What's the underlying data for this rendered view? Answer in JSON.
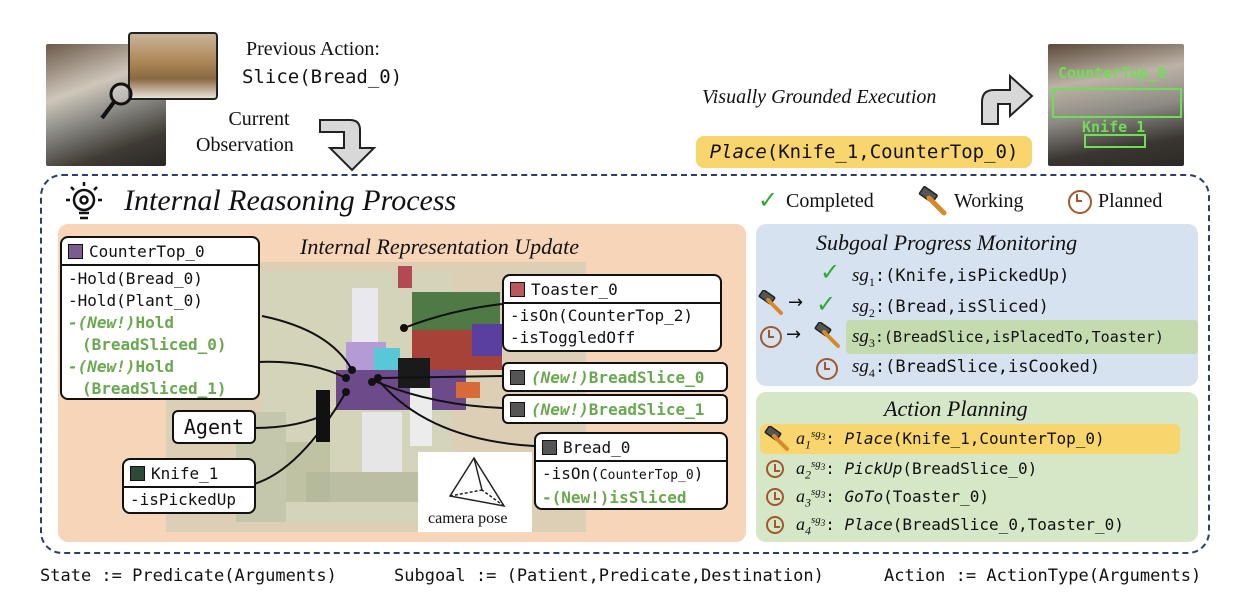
{
  "top": {
    "previous_action_label": "Previous Action:",
    "previous_action_value": "Slice(Bread_0)",
    "current_observation_line1": "Current",
    "current_observation_line2": "Observation",
    "visually_grounded_label": "Visually Grounded Execution",
    "execution_action_type": "Place",
    "execution_action_args": "(Knife_1,CounterTop_0)",
    "detection_labels": [
      "CounterTop_0",
      "Knife_1"
    ]
  },
  "reasoning": {
    "title": "Internal Reasoning Process",
    "legend": {
      "completed": "Completed",
      "working": "Working",
      "planned": "Planned"
    },
    "rep_title": "Internal Representation Update",
    "camera_pose_label": "camera pose",
    "agent_label": "Agent",
    "nodes": {
      "countertop": {
        "name": "CounterTop_0",
        "color": "#7a5c8f",
        "lines": [
          "-Hold(Bread_0)",
          "-Hold(Plant_0)"
        ],
        "new_prefix": "-(New!)",
        "new_lines": [
          [
            "Hold",
            "(BreadSliced_0)"
          ],
          [
            "Hold",
            "(BreadSliced_1)"
          ]
        ]
      },
      "toaster": {
        "name": "Toaster_0",
        "color": "#b8585a",
        "lines": [
          "-isOn(CounterTop_2)",
          "-isToggledOff"
        ]
      },
      "breadslice0": {
        "prefix": "(New!)",
        "name": "BreadSlice_0",
        "color": "#555555"
      },
      "breadslice1": {
        "prefix": "(New!)",
        "name": "BreadSlice_1",
        "color": "#555555"
      },
      "bread": {
        "name": "Bread_0",
        "color": "#555555",
        "line_pred": "-isOn(",
        "line_arg": "CounterTop_0",
        "line_end": ")",
        "new_line": "-(New!)isSliced"
      },
      "knife": {
        "name": "Knife_1",
        "color": "#2e4a36",
        "lines": [
          "-isPickedUp"
        ]
      }
    }
  },
  "subgoal": {
    "title": "Subgoal Progress Monitoring",
    "items": [
      {
        "idx": "1",
        "text": ":(Knife,isPickedUp)"
      },
      {
        "idx": "2",
        "text": ":(Bread,isSliced)"
      },
      {
        "idx": "3",
        "text": ":(BreadSlice,isPlacedTo,Toaster)"
      },
      {
        "idx": "4",
        "text": ":(BreadSlice,isCooked)"
      }
    ]
  },
  "planning": {
    "title": "Action Planning",
    "items": [
      {
        "idx": "1",
        "type": "Place",
        "args": "(Knife_1,CounterTop_0)"
      },
      {
        "idx": "2",
        "type": "PickUp",
        "args": "(BreadSlice_0)"
      },
      {
        "idx": "3",
        "type": "GoTo",
        "args": "(Toaster_0)"
      },
      {
        "idx": "4",
        "type": "Place",
        "args": "(BreadSlice_0,Toaster_0)"
      }
    ]
  },
  "definitions": {
    "state": "State := Predicate(Arguments)",
    "subgoal": "Subgoal := (Patient,Predicate,Destination)",
    "action": "Action := ActionType(Arguments)"
  },
  "colors": {
    "highlight": "#f8d66d",
    "completed": "#2fa836",
    "planned": "#a0582d",
    "new_text": "#6aa84f"
  }
}
